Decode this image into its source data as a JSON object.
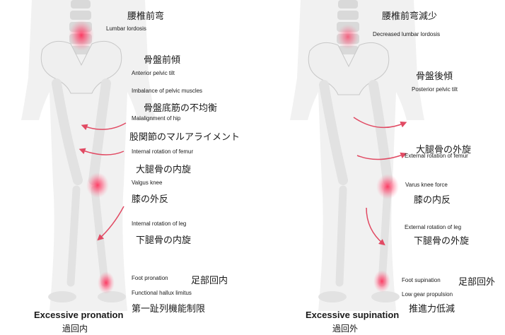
{
  "colors": {
    "bone": "#ededed",
    "bone_shade": "#cfcfcf",
    "skin": "#dcdcdc",
    "pain": "#f0305a",
    "arrow": "#e14a63"
  },
  "left_panel": {
    "labels": [
      {
        "jp": "腰椎前弯",
        "en": "Lumbar lordosis"
      },
      {
        "jp": "骨盤前傾",
        "en": "Anterior pelvic tilt"
      },
      {
        "en": "Imbalance of pelvic muscles",
        "jp": "骨盤底筋の不均衡"
      },
      {
        "en": "Malalignment of hip",
        "jp": "股関節のマルアライメント"
      },
      {
        "en": "Internal rotation of femur",
        "jp": "大腿骨の内旋"
      },
      {
        "en": "Valgus knee",
        "jp": "膝の外反"
      },
      {
        "en": "Internal rotation of leg",
        "jp": "下腿骨の内旋"
      },
      {
        "en": "Foot pronation",
        "jp": "足部回内"
      },
      {
        "en": "Functional hallux limitus",
        "jp": "第一趾列機能制限"
      }
    ],
    "caption_en": "Excessive pronation",
    "caption_jp": "過回内"
  },
  "right_panel": {
    "labels": [
      {
        "jp": "腰椎前弯減少",
        "en": "Decreased lumbar lordosis"
      },
      {
        "jp": "骨盤後傾",
        "en": "Posterior pelvic tilt"
      },
      {
        "jp": "大腿骨の外旋",
        "en": "External rotation of femur"
      },
      {
        "en": "Varus knee force",
        "jp": "膝の内反"
      },
      {
        "en": "External rotation of leg",
        "jp": "下腿骨の外旋"
      },
      {
        "en": "Foot supination",
        "jp": "足部回外"
      },
      {
        "en": "Low gear propulsion",
        "jp": "推進力低減"
      }
    ],
    "caption_en": "Excessive supination",
    "caption_jp": "過回外"
  }
}
